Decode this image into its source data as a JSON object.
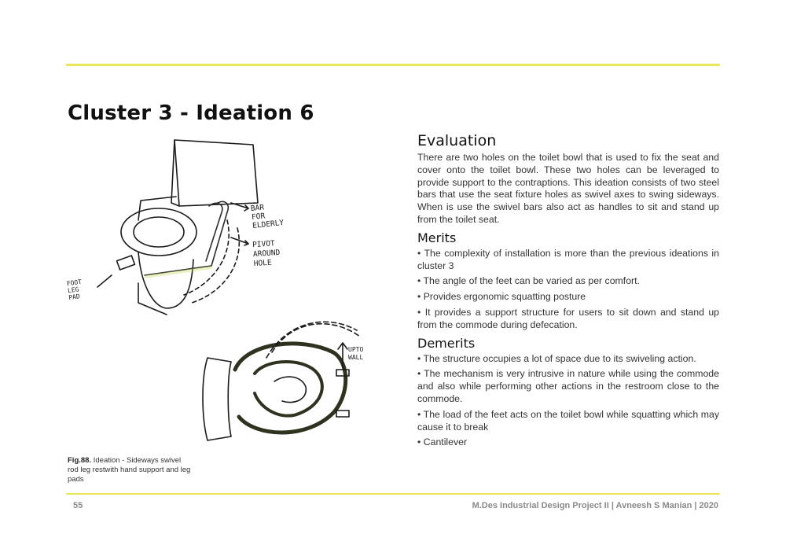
{
  "page": {
    "title": "Cluster 3 - Ideation 6",
    "page_number": "55",
    "footer_text": "M.Des Industrial Design Project II | Avneesh S Manian | 2020",
    "accent_color": "#ece75a"
  },
  "figure": {
    "caption_label": "Fig.88.",
    "caption_text": "Ideation - Sideways swivel rod leg restwith hand support and leg pads",
    "annotations": {
      "bar_line1": "BAR",
      "bar_line2": "FOR",
      "bar_line3": "ELDERLY",
      "pivot_line1": "PIVOT",
      "pivot_line2": "AROUND",
      "pivot_line3": "HOLE",
      "foot_line1": "FOOT",
      "foot_line2": "LEG",
      "foot_line3": "PAD",
      "upto_line1": "UPTO",
      "upto_line2": "WALL"
    }
  },
  "evaluation": {
    "heading": "Evaluation",
    "text": "There are two holes on the toilet bowl that is used to fix the seat and cover onto the toilet bowl. These two holes can be leveraged to provide support to the contraptions. This ideation consists of two steel bars that use the seat fixture holes as swivel axes to swing sideways. When is use the swivel bars also act as handles to sit and stand up from the toilet seat."
  },
  "merits": {
    "heading": "Merits",
    "items": [
      "• The complexity of installation is more than the previous ideations in cluster 3",
      "• The angle of the feet can be varied as per comfort.",
      "• Provides ergonomic squatting posture",
      "• It provides a support structure for users to sit down and stand up from the commode during defecation."
    ]
  },
  "demerits": {
    "heading": "Demerits",
    "items": [
      "• The structure occupies a lot of space due to its swiveling action.",
      "• The mechanism is very intrusive in nature while using the commode and also while performing other actions in the restroom close to the commode.",
      "• The load of the feet acts on the toilet bowl while squatting which may cause it to  break",
      "• Cantilever"
    ]
  }
}
